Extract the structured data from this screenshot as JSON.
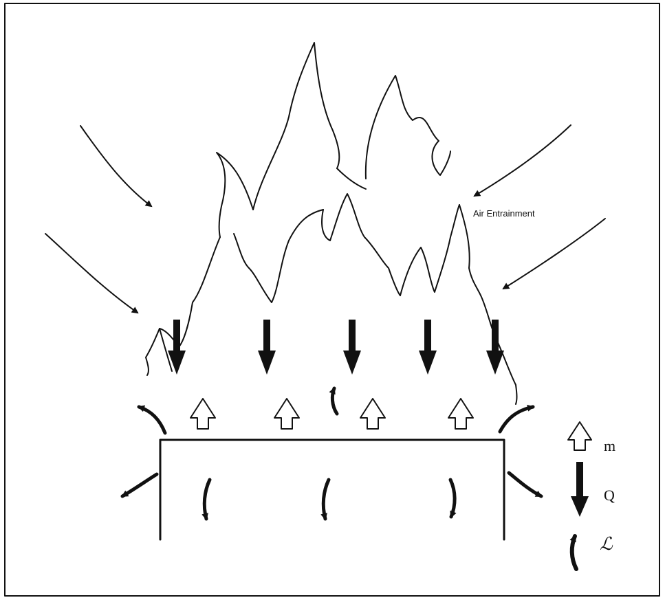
{
  "diagram": {
    "annotation": "Air Entrainment",
    "legend": [
      {
        "symbol": "hollow-up-arrow-icon",
        "label": "m"
      },
      {
        "symbol": "solid-down-arrow-icon",
        "label": "Q"
      },
      {
        "symbol": "curved-arrow-icon",
        "label": "ℒ"
      }
    ],
    "colors": {
      "ink": "#111111",
      "background": "#ffffff"
    }
  }
}
